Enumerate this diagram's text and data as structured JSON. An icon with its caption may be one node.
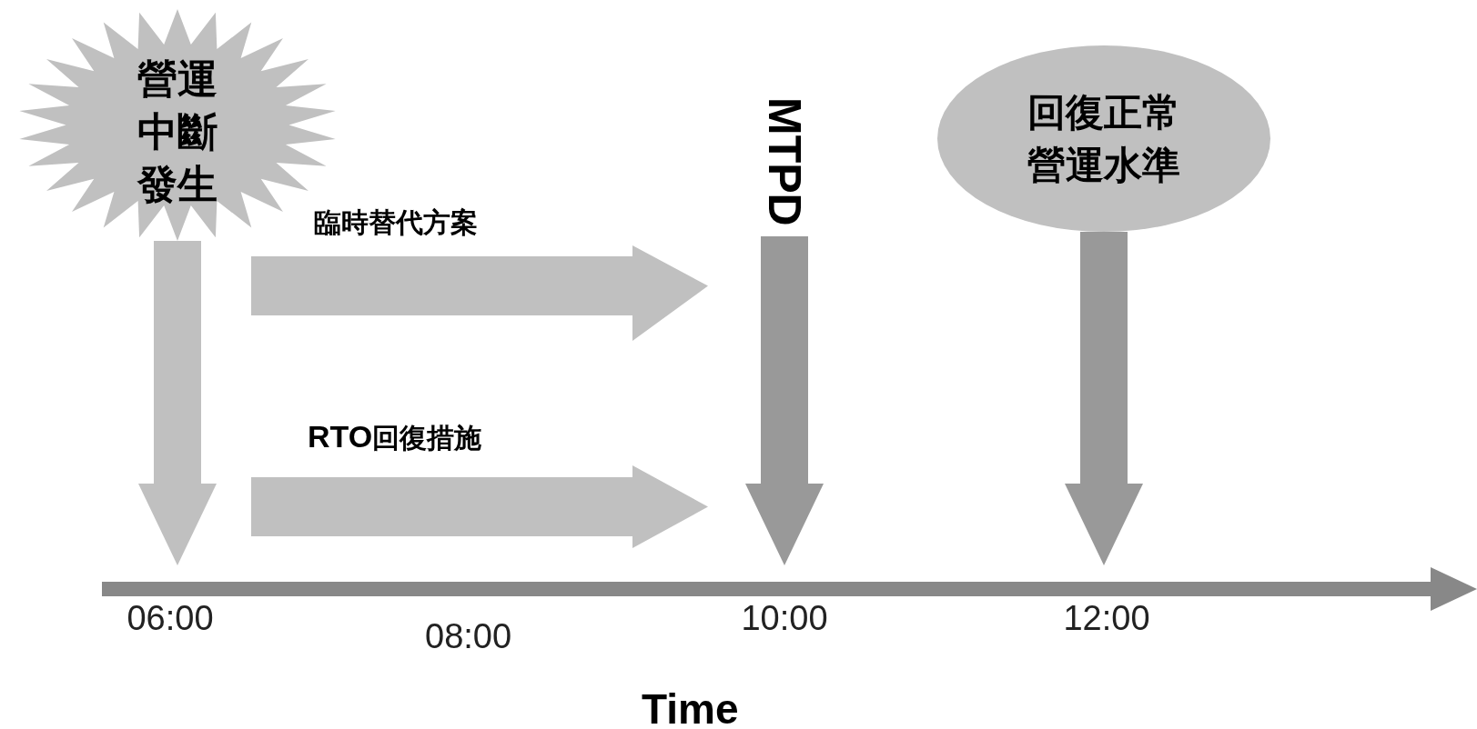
{
  "diagram": {
    "nodes": [
      {
        "text": [
          "營運中斷發生"
        ]
      },
      {
        "text": [
          "MTPD"
        ]
      },
      {
        "text": [
          "回復正常營運水準"
        ]
      },
      {
        "text": [
          "06:00"
        ]
      },
      {
        "text": [
          "10:00"
        ]
      },
      {
        "text": [
          "12:00"
        ]
      }
    ],
    "edges": [
      {
        "from": 0,
        "to": 3,
        "arrow": "to",
        "color": "#c0c0c0"
      },
      {
        "from": 1,
        "to": 4,
        "arrow": "to"
      },
      {
        "from": 2,
        "to": 5,
        "arrow": "to"
      }
    ],
    "labels": [
      "臨時替代方案",
      "**RTO**回復措施",
      "08:00",
      "Time"
    ]
  }
}
